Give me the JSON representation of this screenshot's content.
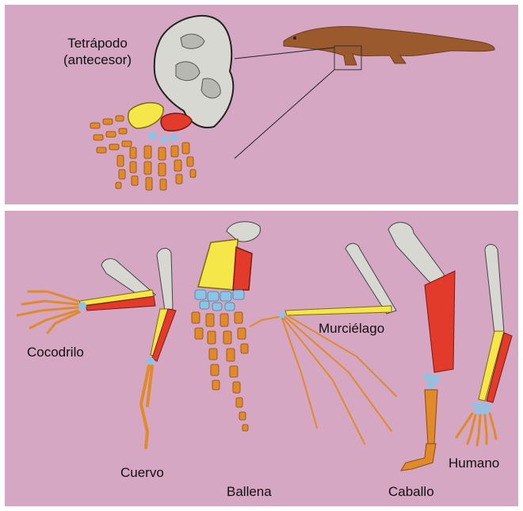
{
  "labels": {
    "tetrapod_line1": "Tetrápodo",
    "tetrapod_line2": "(antecesor)",
    "crocodile": "Cocodrilo",
    "crow": "Cuervo",
    "whale": "Ballena",
    "bat": "Murciélago",
    "horse": "Caballo",
    "human": "Humano"
  },
  "colors": {
    "background": "#d5a7c2",
    "humerus": "#d8d8d2",
    "radius": "#f5e64a",
    "ulna": "#e23b2b",
    "carpals": "#8cc4e6",
    "digits": "#e08a2a",
    "animal_body": "#9a5a2e"
  }
}
